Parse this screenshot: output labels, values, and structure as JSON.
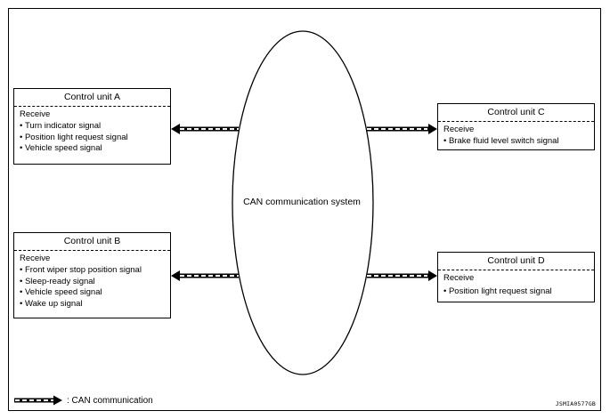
{
  "ellipse_label": "CAN communication system",
  "units": {
    "a": {
      "title": "Control unit A",
      "receive": "Receive",
      "signals": [
        "Turn indicator signal",
        "Position light request signal",
        "Vehicle speed signal"
      ]
    },
    "b": {
      "title": "Control unit B",
      "receive": "Receive",
      "signals": [
        "Front wiper stop position signal",
        "Sleep-ready signal",
        "Vehicle speed signal",
        "Wake up signal"
      ]
    },
    "c": {
      "title": "Control unit C",
      "receive": "Receive",
      "signals": [
        "Brake fluid level switch signal"
      ]
    },
    "d": {
      "title": "Control unit D",
      "receive": "Receive",
      "signals": [
        "Position light request signal"
      ]
    }
  },
  "legend": {
    "label": ": CAN communication"
  },
  "image_code": "JSMIA0577GB",
  "colors": {
    "line": "#000000",
    "background": "#ffffff"
  }
}
